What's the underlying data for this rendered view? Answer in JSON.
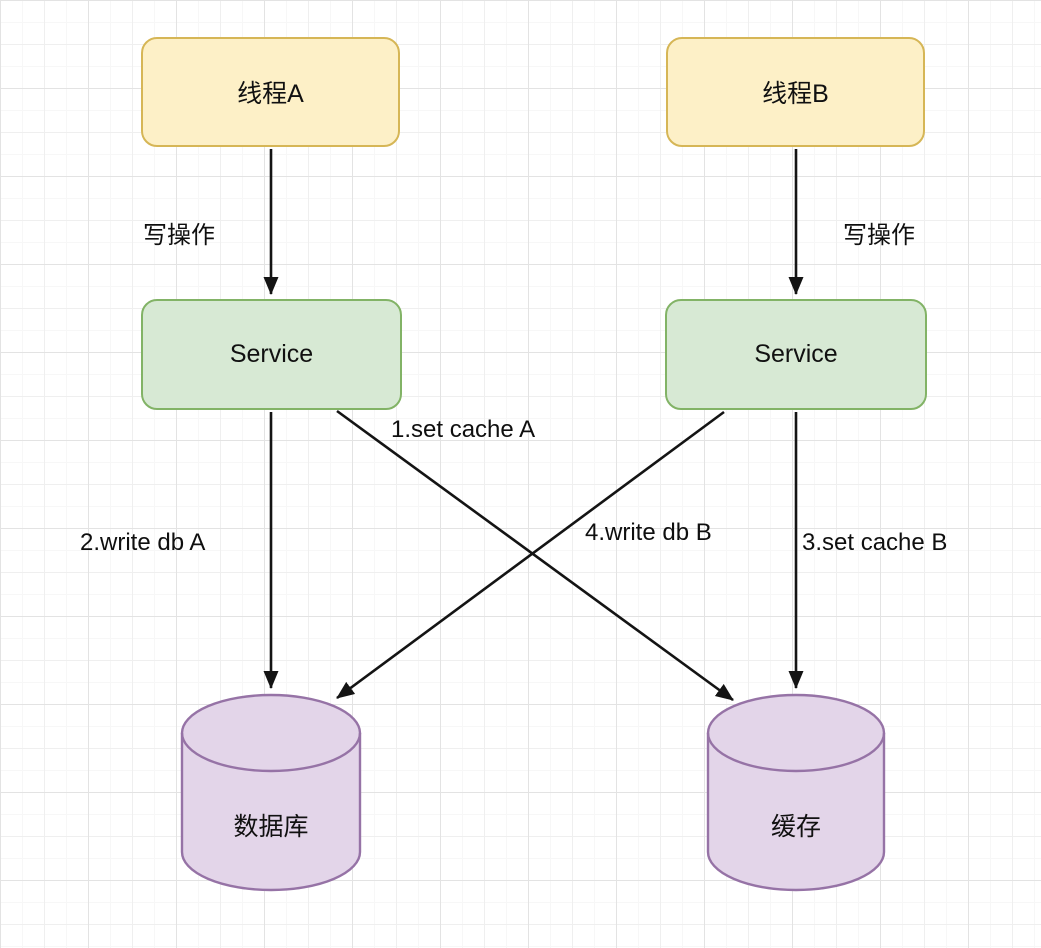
{
  "diagram": {
    "nodes": {
      "thread_a": {
        "label": "线程A"
      },
      "thread_b": {
        "label": "线程B"
      },
      "service_a": {
        "label": "Service"
      },
      "service_b": {
        "label": "Service"
      },
      "database": {
        "label": "数据库"
      },
      "cache": {
        "label": "缓存"
      }
    },
    "edge_labels": {
      "write_op_left": "写操作",
      "write_op_right": "写操作",
      "step1": "1.set cache A",
      "step2": "2.write db A",
      "step3": "3.set cache B",
      "step4": "4.write db B"
    },
    "colors": {
      "thread_fill": "#fdf0c7",
      "thread_border": "#d6b656",
      "service_fill": "#d7e9d4",
      "service_border": "#82b366",
      "store_fill": "#e3d5e9",
      "store_border": "#9673a6",
      "arrow": "#141414",
      "grid_major": "#e3e3e3",
      "grid_minor": "#f7f7f7",
      "background": "#ffffff"
    }
  }
}
